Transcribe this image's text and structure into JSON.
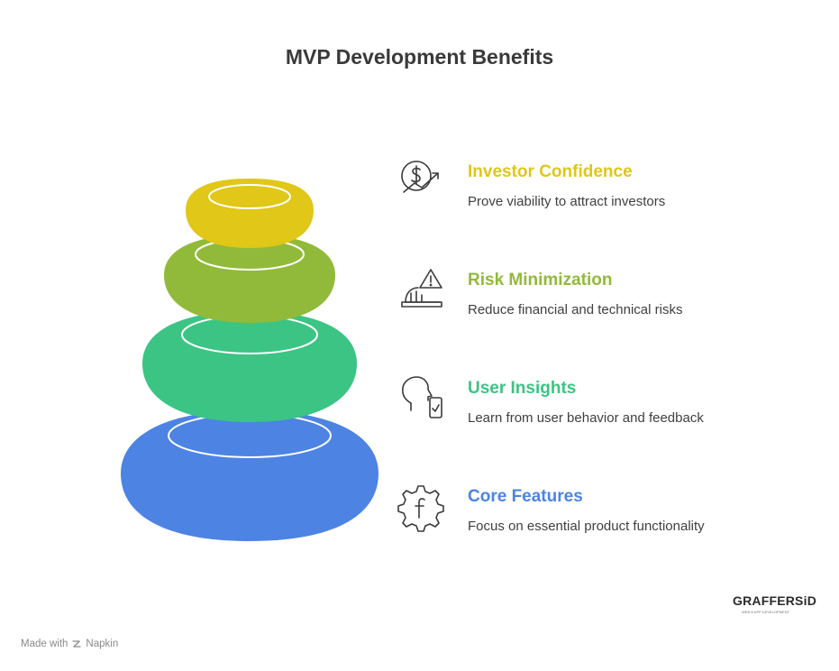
{
  "title": "MVP Development Benefits",
  "colors": {
    "investor": "#e0c718",
    "risk": "#92ba3a",
    "insights": "#3cc484",
    "core": "#4d84e3",
    "icon_stroke": "#3a3a3a"
  },
  "items": [
    {
      "heading": "Investor Confidence",
      "desc": "Prove viability to attract investors",
      "icon": "dollar-growth-icon"
    },
    {
      "heading": "Risk Minimization",
      "desc": "Reduce financial and technical risks",
      "icon": "warning-dashboard-icon"
    },
    {
      "heading": "User Insights",
      "desc": "Learn from user behavior and feedback",
      "icon": "user-head-phone-icon"
    },
    {
      "heading": "Core Features",
      "desc": "Focus on essential product functionality",
      "icon": "gear-function-icon"
    }
  ],
  "footer": {
    "made_with": "Made with",
    "tool": "Napkin"
  },
  "brand": {
    "name": "GRAFFERSiD",
    "tagline": "WEB & APP DEVELOPMENT"
  }
}
